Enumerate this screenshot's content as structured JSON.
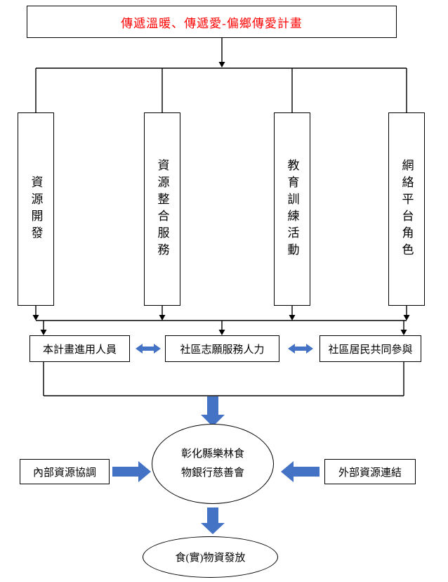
{
  "colors": {
    "title_red": "#ff0000",
    "arrow_blue": "#4472c4",
    "line_black": "#000000"
  },
  "top_box": {
    "label": "傳遞溫暖、傳遞愛-偏鄉傳愛計畫"
  },
  "columns": [
    {
      "label": "資源開發"
    },
    {
      "label": "資源整合服務"
    },
    {
      "label": "教育訓練活動"
    },
    {
      "label": "網絡平台角色"
    }
  ],
  "mid_boxes": [
    {
      "label": "本計畫進用人員"
    },
    {
      "label": "社區志願服務人力"
    },
    {
      "label": "社區居民共同參與"
    }
  ],
  "center_ellipse": {
    "line1": "彰化縣樂林食",
    "line2": "物銀行慈善會"
  },
  "side_boxes": {
    "left": {
      "label": "內部資源協調"
    },
    "right": {
      "label": "外部資源連結"
    }
  },
  "bottom_ellipse": {
    "label": "食(實)物資發放"
  }
}
